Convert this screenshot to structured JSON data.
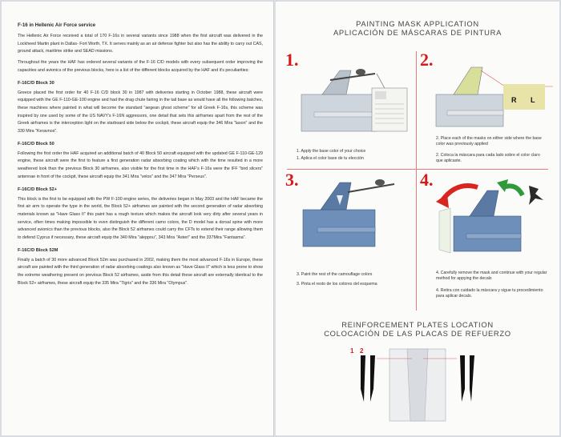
{
  "left": {
    "heading": "F-16 in Hellenic Air Force service",
    "intro": [
      "The Hellenic Air Force received a total of 170 F-16s in several variants since 1988 when the first aircraft was delivered in the Lockheed Martin plant in Dallas- Fort Worth, TX. It serves mainly as an air defense fighter but also has the ability to carry out CAS, ground attack, maritime strike and SEAD missions.",
      "Throughout the years the HAF has ordered several variants of the F-16 C/D models with every subsequent order improving the capacities and avionics of the previous blocks, here is a list of the different blocks acquired by the HAF and it's peculiarities:"
    ],
    "sections": [
      {
        "title": "F-16C/D Block 30",
        "text": "Greece placed the first order for 40 F-16 C/D block 30 in 1987 with deliveries starting in October 1988, these aircraft were equipped with the GE F-110-GE-100 engine and had the drag chute fairing in the tail base as would have all the following batches, these machines where painted in what will become the standard \"aegean ghost scheme\" for all Greek F-16s, this scheme was inspired by one used by some of the US NAVY's F-16N aggressors, one detail that sets this airframes apart from the rest of the Greek airframes is the interception light on the starboard side below the cockpit, these aircraft equip the 346 Mira \"lason\" and the 330 Mira \"Keravnos\"."
      },
      {
        "title": "F-16C/D Block 50",
        "text": "Following the first order the HAF acquired an additional batch of 40 Block 50 aircraft equipped with the updated GE F-110-GE-129 engine, these aircraft were the first to feature a first generation radar absorbing coating which with the time resulted in a more weathered look than the previous Block 30 airframes, also visible for the first time in the HAF's F-16s were the IFF \"bird slicers\" antennae in front of the cockpit, these aircraft equip the 341 Mira \"velos\" and the 347 Mira \"Perseus\"."
      },
      {
        "title": "F-16C/D Block 52+",
        "text": "This block is the first to be equipped with the PW F-100 engine series, the deliveries began in May 2003 and the HAF became the first air arm to operate the type in the world, the Block 52+ airframes are painted with the second generation of radar absorbing materials known as \"Have Glass II\" this paint has a rough texture which makes the aircraft look very dirty after several years in service, often times making impossible to even distinguish the different camo colors, the D model has a dorsal spine with more advanced avionics than the previous blocks, also the Block 52 airframes could carry the CFTs to extend their range allowing them to defend Cyprus if necessary, these aircraft equip the 340 Mira \"aleppou\", 343 Mira \"Asteri\" and the 337Mira \"Fantasma\"."
      },
      {
        "title": "F-16C/D Block 52M",
        "text": "Finally a batch of 30 more advanced Block 52m was purchased in 2002, making them the most advanced F-16s in Europe, these aircraft are painted with the third generation of radar absorbing coatings also known as \"Have Glass II\" which is less prone to show the extreme weathering present on previous Block 52 airframes, aside from this detail these aircraft are externally identical to the Block 52+ airframes, these aircraft equip the 335 Mira \"Tigris\" and the 336 Mira \"Olympus\"."
      }
    ]
  },
  "right": {
    "title_en": "PAINTING MASK APPLICATION",
    "title_es": "APLICACIÓN DE MÁSCARAS DE PINTURA",
    "steps": [
      {
        "number": "1.",
        "en": "1. Apply the base color of your choice",
        "es": "1. Aplica el color base de tu elección"
      },
      {
        "number": "2.",
        "en": "2. Place each of the masks on either side where the base color was previously applied",
        "es": "2. Coloca la máscara para cada lado sobre el color claro que aplicaste."
      },
      {
        "number": "3.",
        "en": "3. Paint the rest of the camouflage colors",
        "es": "3. Pinta el resto de los colores del esquema"
      },
      {
        "number": "4.",
        "en": "4. Carefully remove the mask and continue with your regular method for appying the decals",
        "es": "4. Retira con cuidado la máscara y sigue tu procedimiento para aplicar decals."
      }
    ],
    "mask_labels": {
      "r": "R",
      "l": "L"
    },
    "reinforcement_title_en": "REINFORCEMENT PLATES LOCATION",
    "reinforcement_title_es": "COLOCACIÓN DE LAS PLACAS DE REFUERZO",
    "plate_labels": {
      "a": "1",
      "b": "2"
    },
    "colors": {
      "accent_red": "#d8191c",
      "mask_yellow": "#e8e3a8",
      "arrow_red": "#d8251f",
      "arrow_green": "#2f9a3c",
      "tail_blue": "#6d8fb9"
    }
  }
}
